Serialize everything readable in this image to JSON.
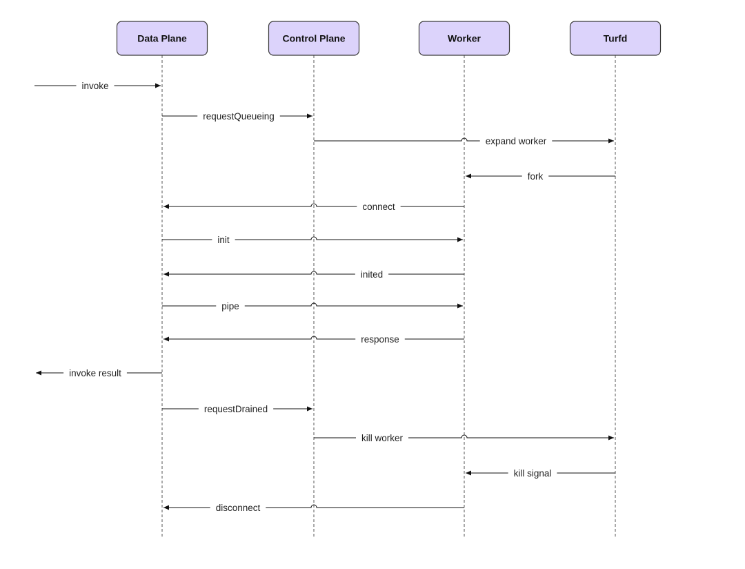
{
  "colors": {
    "participant_fill": "#dcd3fb",
    "participant_border": "#3a3a3a",
    "line": "#111111",
    "lifeline": "#555555"
  },
  "participants": [
    {
      "id": "dp",
      "label": "Data Plane"
    },
    {
      "id": "cp",
      "label": "Control Plane"
    },
    {
      "id": "w",
      "label": "Worker"
    },
    {
      "id": "t",
      "label": "Turfd"
    }
  ],
  "messages": [
    {
      "label": "invoke",
      "from": "external",
      "to": "dp"
    },
    {
      "label": "requestQueueing",
      "from": "dp",
      "to": "cp"
    },
    {
      "label": "expand worker",
      "from": "cp",
      "to": "t"
    },
    {
      "label": "fork",
      "from": "t",
      "to": "w"
    },
    {
      "label": "connect",
      "from": "w",
      "to": "dp"
    },
    {
      "label": "init",
      "from": "dp",
      "to": "w"
    },
    {
      "label": "inited",
      "from": "w",
      "to": "dp"
    },
    {
      "label": "pipe",
      "from": "dp",
      "to": "w"
    },
    {
      "label": "response",
      "from": "w",
      "to": "dp"
    },
    {
      "label": "invoke result",
      "from": "dp",
      "to": "external"
    },
    {
      "label": "requestDrained",
      "from": "dp",
      "to": "cp"
    },
    {
      "label": "kill worker",
      "from": "cp",
      "to": "t"
    },
    {
      "label": "kill signal",
      "from": "t",
      "to": "w"
    },
    {
      "label": "disconnect",
      "from": "w",
      "to": "dp"
    }
  ]
}
